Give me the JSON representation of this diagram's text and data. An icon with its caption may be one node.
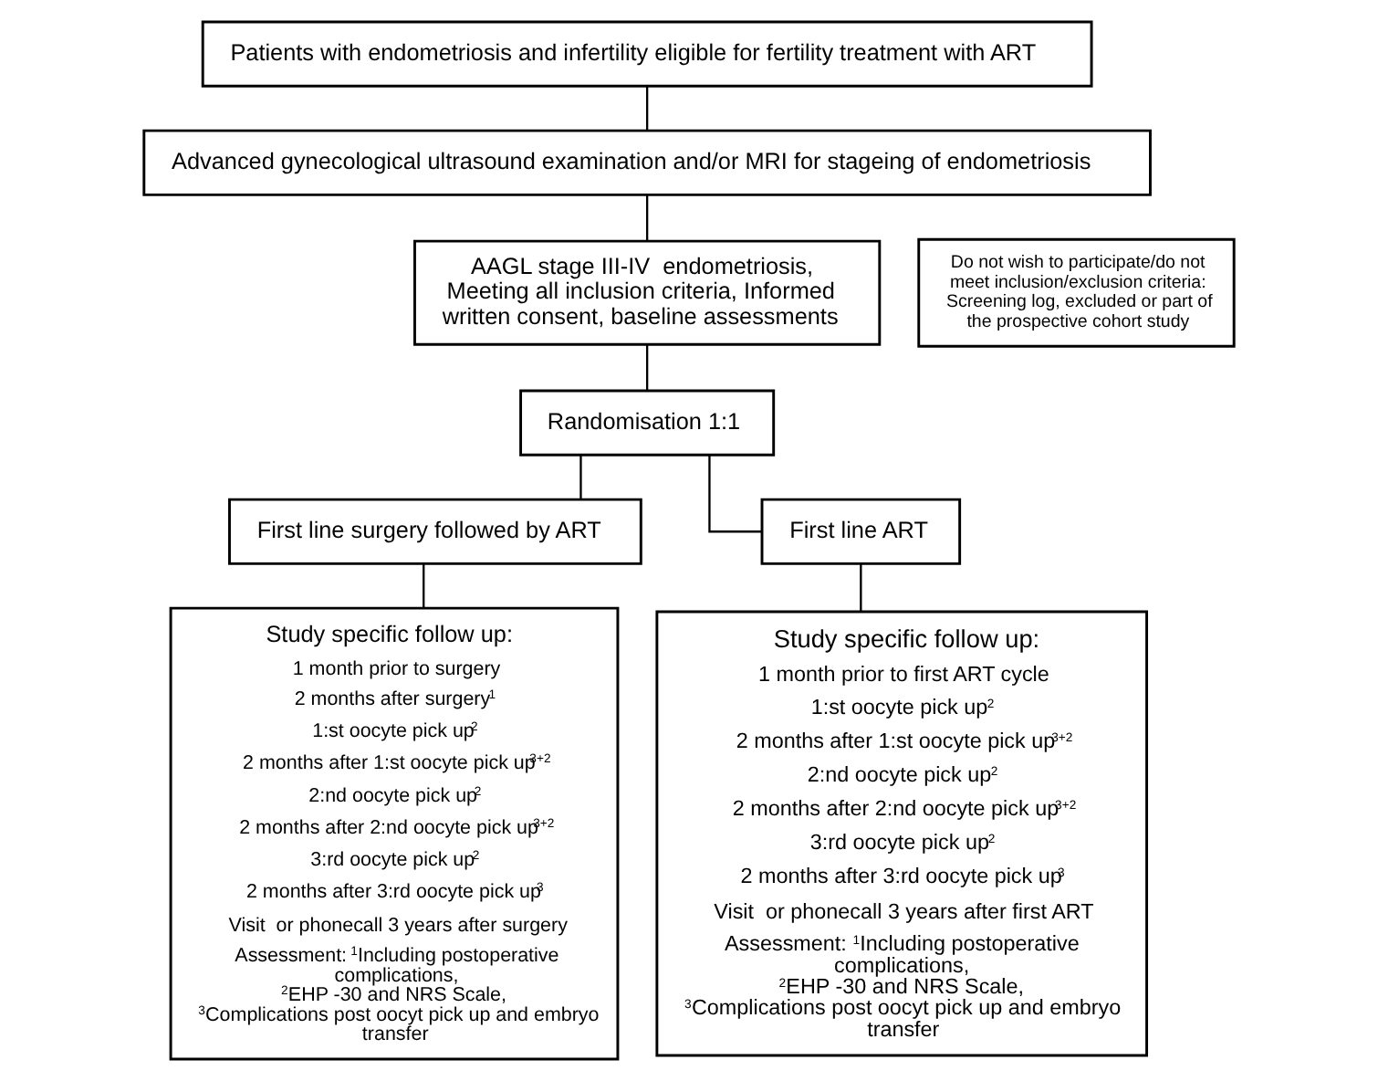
{
  "diagram": {
    "nodes": [
      {
        "text": [
          "Patients with endometriosis and infertility eligible for fertility treatment with ART"
        ]
      },
      {
        "text": [
          "Advanced gynecological ultrasound examination and/or MRI for stageing of endometriosis"
        ]
      },
      {
        "text": [
          "AAGL stage III-IV  endometriosis, Meeting all inclusion criteria, Informed written consent, baseline assessments"
        ]
      },
      {
        "text": [
          "Do not wish to participate/do not meet inclusion/exclusion criteria: Screening log, excluded or part of the prospective cohort study"
        ]
      },
      {
        "text": [
          "Randomisation 1:1"
        ]
      },
      {
        "text": [
          "First line surgery followed by ART"
        ]
      },
      {
        "text": [
          "First line ART"
        ]
      },
      {
        "text": [
          "Study specific follow up:",
          "1 month prior to surgery",
          "2 months after surgery$^{1}$",
          "1:st oocyte pick up$^{2}$",
          "2 months after 1:st oocyte pick up$^{3+2}$",
          "2:nd oocyte pick up$^{2}$",
          "2 months after 2:nd oocyte pick up$^{3+2}$",
          "3:rd oocyte pick up$^{2}$",
          "2 months after 3:rd oocyte pick up$^{3}$",
          "Visit  or phonecall 3 years after surgery",
          "Assessment: $^{1}$Including postoperative complications, $^{2}$EHP -30 and NRS Scale, $^{3}$Complications post oocyt pick up and embryo transfer"
        ]
      },
      {
        "text": [
          "Study specific follow up:",
          "1 month prior to first ART cycle",
          "1:st oocyte pick up$^{2}$",
          "2 months after 1:st oocyte pick up$^{3+2}$",
          "2:nd oocyte pick up$^{2}$",
          "2 months after 2:nd oocyte pick up$^{3+2}$",
          "3:rd oocyte pick up$^{2}$",
          "2 months after 3:rd oocyte pick up$^{3}$",
          "Visit  or phonecall 3 years after first ART",
          "Assessment: $^{1}$Including postoperative complications, $^{2}$EHP -30 and NRS Scale, $^{3}$Complications post oocyt pick up and embryo transfer"
        ]
      }
    ],
    "edges": [
      {
        "from": 0,
        "to": 1,
        "arrow": "none"
      },
      {
        "from": 1,
        "to": 2,
        "arrow": "none"
      },
      {
        "from": 2,
        "to": 4,
        "arrow": "none"
      },
      {
        "from": 4,
        "to": 5,
        "arrow": "none"
      },
      {
        "from": 4,
        "to": 6,
        "arrow": "none"
      },
      {
        "from": 5,
        "to": 7,
        "arrow": "none"
      },
      {
        "from": 6,
        "to": 8,
        "arrow": "none"
      }
    ]
  }
}
